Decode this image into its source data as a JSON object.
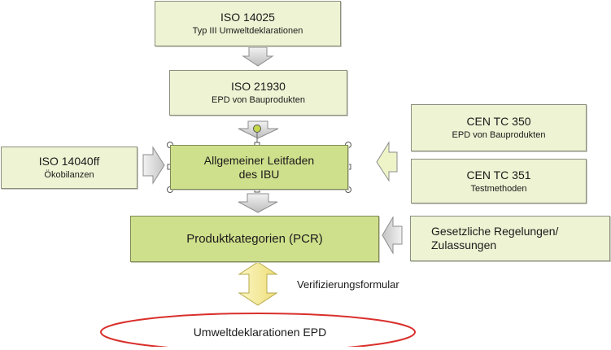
{
  "boxes": {
    "iso14025": {
      "title": "ISO 14025",
      "subtitle": "Typ III Umweltdeklarationen"
    },
    "iso21930": {
      "title": "ISO 21930",
      "subtitle": "EPD von Bauprodukten"
    },
    "iso14040": {
      "title": "ISO 14040ff",
      "subtitle": "Ökobilanzen"
    },
    "leitfaden": {
      "title": "Allgemeiner Leitfaden",
      "subtitle": "des IBU"
    },
    "cen350": {
      "title": "CEN TC 350",
      "subtitle": "EPD von Bauprodukten"
    },
    "cen351": {
      "title": "CEN TC 351",
      "subtitle": "Testmethoden"
    },
    "pcr": {
      "title": "Produktkategorien (PCR)"
    },
    "gesetz": {
      "title": "Gesetzliche Regelungen/",
      "subtitle": "Zulassungen"
    }
  },
  "verification_label": "Verifizierungsformular",
  "result_label": "Umweltdeklarationen EPD",
  "colors": {
    "box_light": "#eef3d3",
    "box_mid": "#cfe08c",
    "arrow_gray": "#d9d9d9",
    "arrow_yellow": "#f7f0b0",
    "ellipse_red": "#d9302c",
    "selection_handle_green": "#c6d84a"
  }
}
